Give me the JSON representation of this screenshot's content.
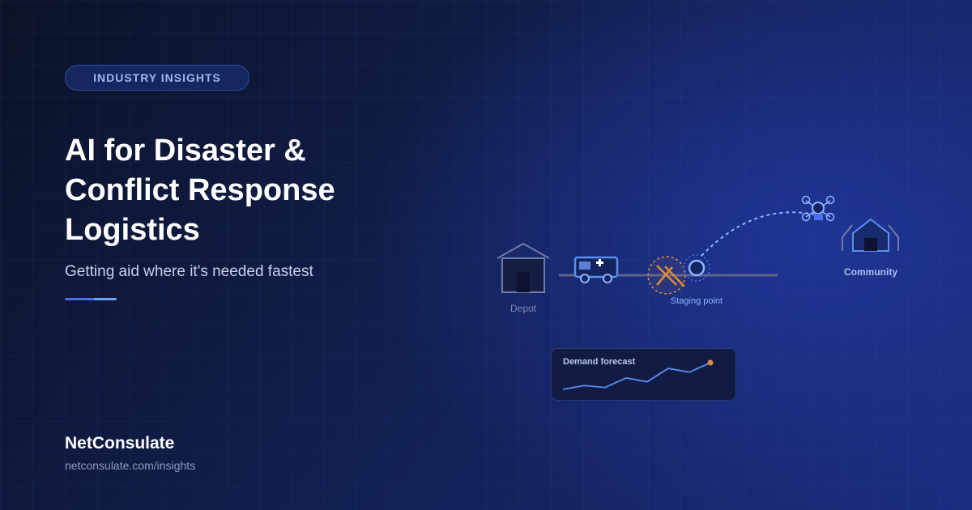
{
  "badge": {
    "label": "INDUSTRY INSIGHTS"
  },
  "hero": {
    "title_lines": [
      "AI for Disaster &",
      "Conflict Response",
      "Logistics"
    ],
    "subtitle": "Getting aid where it's needed fastest"
  },
  "brand": {
    "name": "NetConsulate",
    "url": "netconsulate.com/insights"
  },
  "scene": {
    "depot_label": "Depot",
    "staging_label": "Staging point",
    "community_label": "Community",
    "icons": [
      "warehouse-icon",
      "ambulance-icon",
      "roadblock-icon",
      "staging-point-icon",
      "drone-icon",
      "community-house-icon"
    ]
  },
  "chart_data": {
    "type": "line",
    "title": "Demand forecast",
    "xlabel": "",
    "ylabel": "",
    "series": [
      {
        "values": [
          1,
          2,
          1.5,
          4,
          3,
          6.5,
          5.5,
          8
        ]
      }
    ],
    "highlight_last_point": true
  },
  "colors": {
    "background": "#0d1534",
    "accent_blue": "#4d6cf0",
    "accent_light": "#6aa4f5",
    "alert_orange": "#e08a3c",
    "line_blue": "#5b8def"
  }
}
